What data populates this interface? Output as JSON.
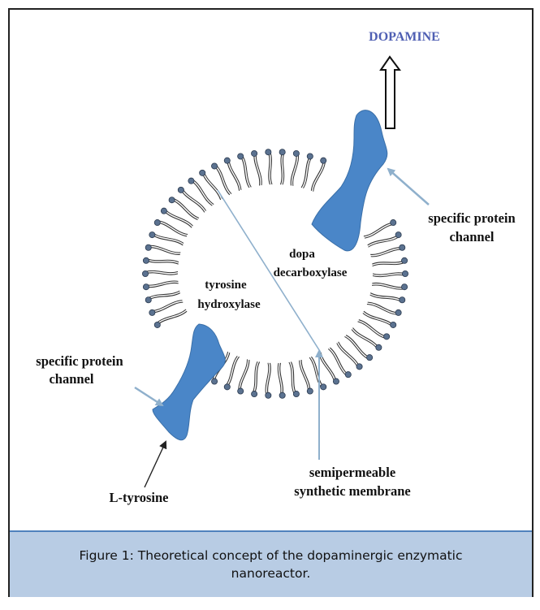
{
  "figure": {
    "product_label": "DOPAMINE",
    "label_channel_right_1": "specific protein",
    "label_channel_right_2": "channel",
    "label_channel_left_1": "specific protein",
    "label_channel_left_2": "channel",
    "label_enzyme_dopa_1": "dopa",
    "label_enzyme_dopa_2": "decarboxylase",
    "label_enzyme_tyr_1": "tyrosine",
    "label_enzyme_tyr_2": "hydroxylase",
    "label_substrate": "L-tyrosine",
    "label_membrane_1": "semipermeable",
    "label_membrane_2": "synthetic membrane",
    "colors": {
      "protein": "#4a86c8",
      "lipid_head": "#5b7290",
      "pointer_arrow": "#8fb0cc",
      "product_text": "#4f5fb3",
      "caption_bg": "#b8cce4"
    }
  },
  "caption": "Figure 1: Theoretical concept of the dopaminergic enzymatic nanoreactor."
}
